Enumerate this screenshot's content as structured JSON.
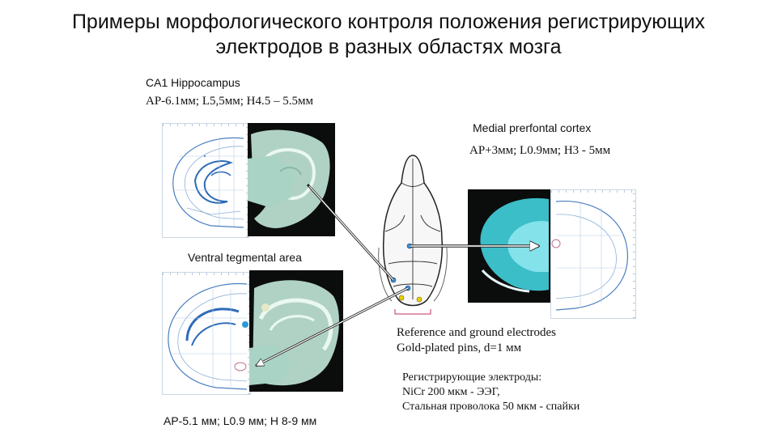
{
  "slide": {
    "title_line1": "Примеры морфологического контроля положения регистрирующих",
    "title_line2": "электродов в разных областях мозга"
  },
  "hippocampus": {
    "heading": "CA1 Hippocampus",
    "coords": "AP-6.1мм; L5,5мм; H4.5 – 5.5мм"
  },
  "vta": {
    "heading": "Ventral tegmental area",
    "coords": "AP-5.1 мм; L0.9 мм; H 8-9 мм"
  },
  "mpfc": {
    "heading": "Medial prerfontal cortex",
    "coords": "AP+3мм; L0.9мм; H3 - 5мм"
  },
  "reference": {
    "line1": "Reference and ground electrodes",
    "line2": "Gold-plated pins, d=1 мм"
  },
  "recording": {
    "line1": "Регистрирующие электроды:",
    "line2": "NiCr  200 мкм - ЭЭГ,",
    "line3": "Стальная проволока 50 мкм  - спайки"
  },
  "colors": {
    "atlas_line": "#4a7fc0",
    "electrode_blue": "#3a8fd8",
    "electrode_gold": "#e8d000",
    "tissue": "#bfe3d6",
    "mpfc_tissue": "#3fc8d4"
  }
}
